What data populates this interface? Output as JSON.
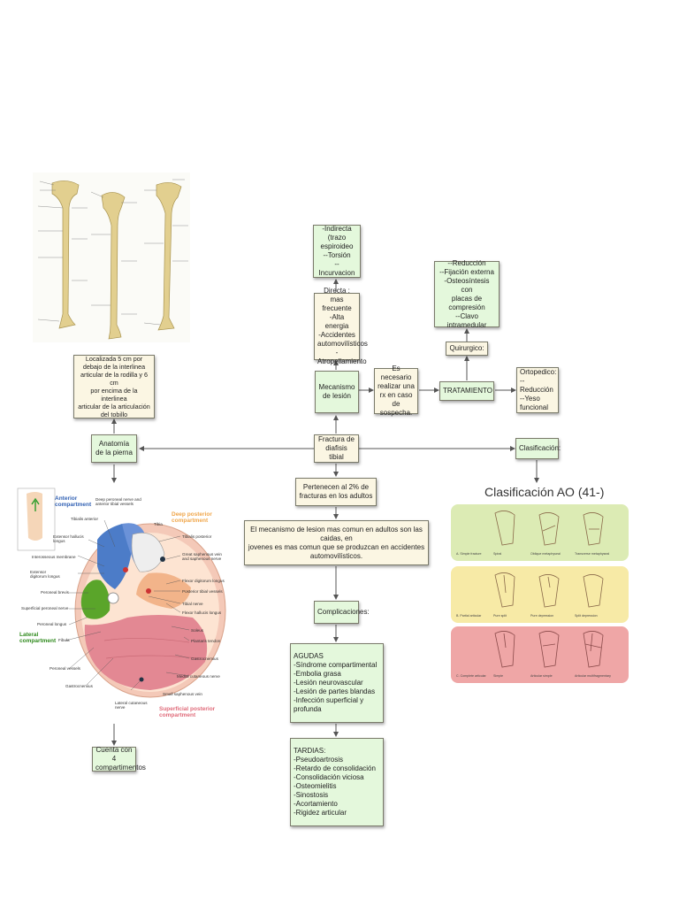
{
  "center": {
    "fractura": "Fractura de\ndiafisis tibial",
    "pertenecen": "Pertenecen al 2% de\nfracturas en los adultos",
    "mecanismo_texto": "El mecanismo de lesion mas comun en adultos son las caidas, en\njovenes es mas comun que se produzcan en accidentes\nautomovilísticos.",
    "complicaciones": "Complicaciones:",
    "agudas": "AGUDAS\n-Síndrome compartimental\n-Embolia grasa\n-Lesión neurovascular\n-Lesión de partes blandas\n-Infección superficial y profunda",
    "tardias": "TARDIAS:\n-Pseudoartrosis\n-Retardo de consolidación\n-Consolidación viciosa\n-Osteomielitis\n-Sinostosis\n-Acortamiento\n-Rigidez articular"
  },
  "mechanism": {
    "indirecta": "-Indirecta (trazo\nespiroideo\n--Torsión\n--Incurvacion",
    "directa": "Directa : mas\nfrecuente\n-Alta energia\n-Accidentes\nautomovilísticos\n-Atropellamiento",
    "mecanismo": "Mecanismo\nde lesión",
    "rx": "Es necesario\nrealizar una\nrx en caso de\nsospecha."
  },
  "treatment": {
    "tratamiento": "TRATAMIENTO",
    "quirurgico": "Quirurgico:",
    "quirurgico_list": "--Reducción\n--Fijación externa\n-Osteosíntesis con\nplacas de\ncompresión\n--Clavo intramedular",
    "ortopedico": "Ortopedico:\n-- Reducción\n--Yeso\nfuncional"
  },
  "anatomy": {
    "anatomia": "Anatomía\nde la pierna",
    "localizada": "Localizada 5 cm por\ndebajo de la interlinea\narticular de la rodilla y 6 cm\npor encima de la interlinea\narticular de la articulación\ndel tobillo",
    "cuenta": "Cuenta con 4\ncompartimentos"
  },
  "cross_section": {
    "anterior": "Anterior\ncompartment",
    "lateral": "Lateral\ncompartment",
    "deep_posterior": "Deep posterior\ncompartment",
    "superficial_posterior": "Superficial posterior\ncompartment",
    "labels_left": [
      "Tibialis anterior",
      "Extensor hallucis\nlongus",
      "Interosseous membrane",
      "Extensor\ndigitorum longus",
      "Peroneal brevis",
      "Superficial peroneal nerve",
      "Peroneal longus",
      "Fibula",
      "Peroneal vessels",
      "Gastrocnemius"
    ],
    "labels_right": [
      "Tibia",
      "Tibialis posterior",
      "Great saphenous vein\nand saphenous nerve",
      "Flexor digitorum longus",
      "Posterior tibial vessels",
      "Tibial nerve",
      "Flexor hallucis longus",
      "Soleus",
      "Plantaris tendon",
      "Gastrocnemius",
      "Medial cutaneous nerve",
      "Small saphenous vein"
    ],
    "label_top": "Deep peroneal nerve and\nanterior tibial vessels",
    "label_bottom": "Lateral cutaneous\nnerve"
  },
  "clasificacion": {
    "box": "Clasificación:",
    "title": "Clasificación AO (41-)",
    "rows": [
      {
        "color": "#dcebb4",
        "captions": [
          "A. Simple fracture",
          "Spiral",
          "Oblique metaphyseal",
          "Transverse metaphyseal"
        ]
      },
      {
        "color": "#f7eaa6",
        "captions": [
          "B. Partial articular",
          "Pure split",
          "Pure depression",
          "Split depression"
        ]
      },
      {
        "color": "#efa6a6",
        "captions": [
          "C. Complete articular",
          "Simple",
          "Articular simple",
          "Articular multifragmentary"
        ]
      }
    ]
  }
}
